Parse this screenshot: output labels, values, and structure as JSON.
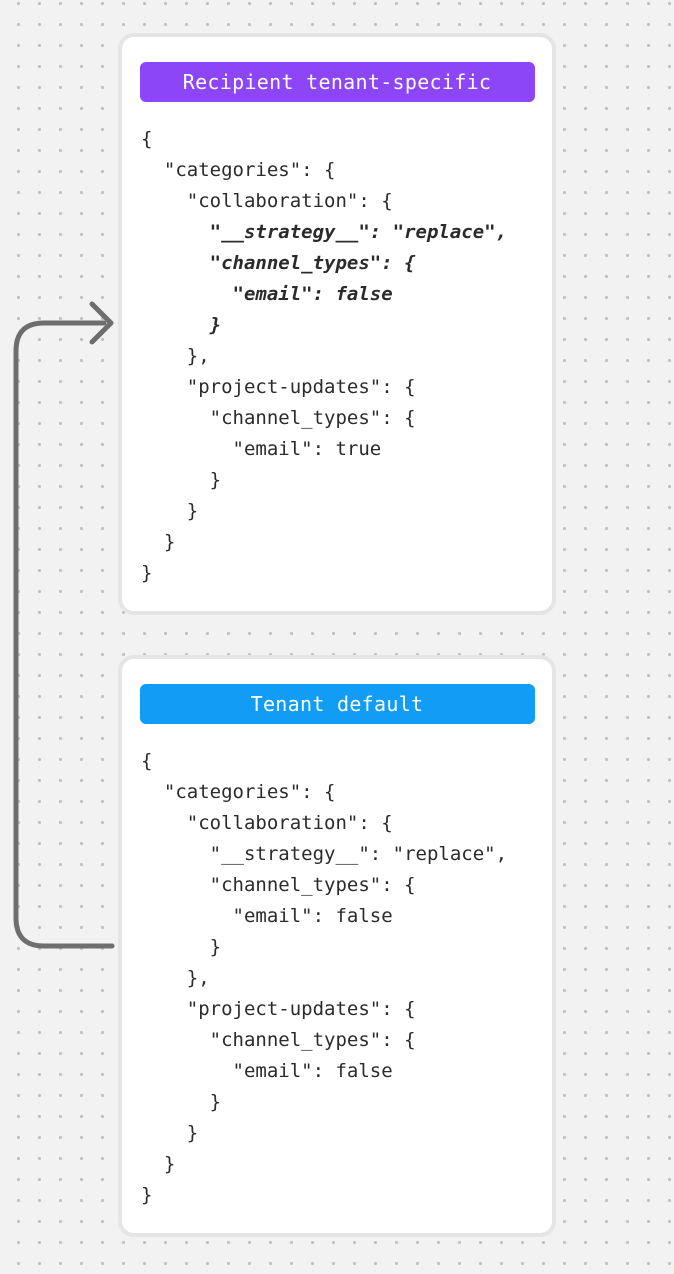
{
  "page": {
    "background_color": "#f2f2f2",
    "dot_color": "#c2c2c2",
    "card_background": "#ffffff",
    "card_ring_color": "#e5e5e5"
  },
  "arrow": {
    "color": "#6e6e6e",
    "meaning": "tenant-default-merges-into-recipient-tenant-specific"
  },
  "code_text_color": "#2b2b2b",
  "cards": [
    {
      "badge": {
        "label": "Recipient tenant-specific",
        "color": "#8c45f7",
        "text_color": "#ffffff"
      },
      "code_lines": [
        {
          "text": "{",
          "em": false
        },
        {
          "text": "  \"categories\": {",
          "em": false
        },
        {
          "text": "    \"collaboration\": {",
          "em": false
        },
        {
          "text": "      \"__strategy__\": \"replace\",",
          "em": true
        },
        {
          "text": "      \"channel_types\": {",
          "em": true
        },
        {
          "text": "        \"email\": false",
          "em": true
        },
        {
          "text": "      }",
          "em": true
        },
        {
          "text": "    },",
          "em": false
        },
        {
          "text": "    \"project-updates\": {",
          "em": false
        },
        {
          "text": "      \"channel_types\": {",
          "em": false
        },
        {
          "text": "        \"email\": true",
          "em": false
        },
        {
          "text": "      }",
          "em": false
        },
        {
          "text": "    }",
          "em": false
        },
        {
          "text": "  }",
          "em": false
        },
        {
          "text": "}",
          "em": false
        }
      ]
    },
    {
      "badge": {
        "label": "Tenant default",
        "color": "#119df6",
        "text_color": "#ffffff"
      },
      "code_lines": [
        {
          "text": "{",
          "em": false
        },
        {
          "text": "  \"categories\": {",
          "em": false
        },
        {
          "text": "    \"collaboration\": {",
          "em": false
        },
        {
          "text": "      \"__strategy__\": \"replace\",",
          "em": false
        },
        {
          "text": "      \"channel_types\": {",
          "em": false
        },
        {
          "text": "        \"email\": false",
          "em": false
        },
        {
          "text": "      }",
          "em": false
        },
        {
          "text": "    },",
          "em": false
        },
        {
          "text": "    \"project-updates\": {",
          "em": false
        },
        {
          "text": "      \"channel_types\": {",
          "em": false
        },
        {
          "text": "        \"email\": false",
          "em": false
        },
        {
          "text": "      }",
          "em": false
        },
        {
          "text": "    }",
          "em": false
        },
        {
          "text": "  }",
          "em": false
        },
        {
          "text": "}",
          "em": false
        }
      ]
    }
  ]
}
